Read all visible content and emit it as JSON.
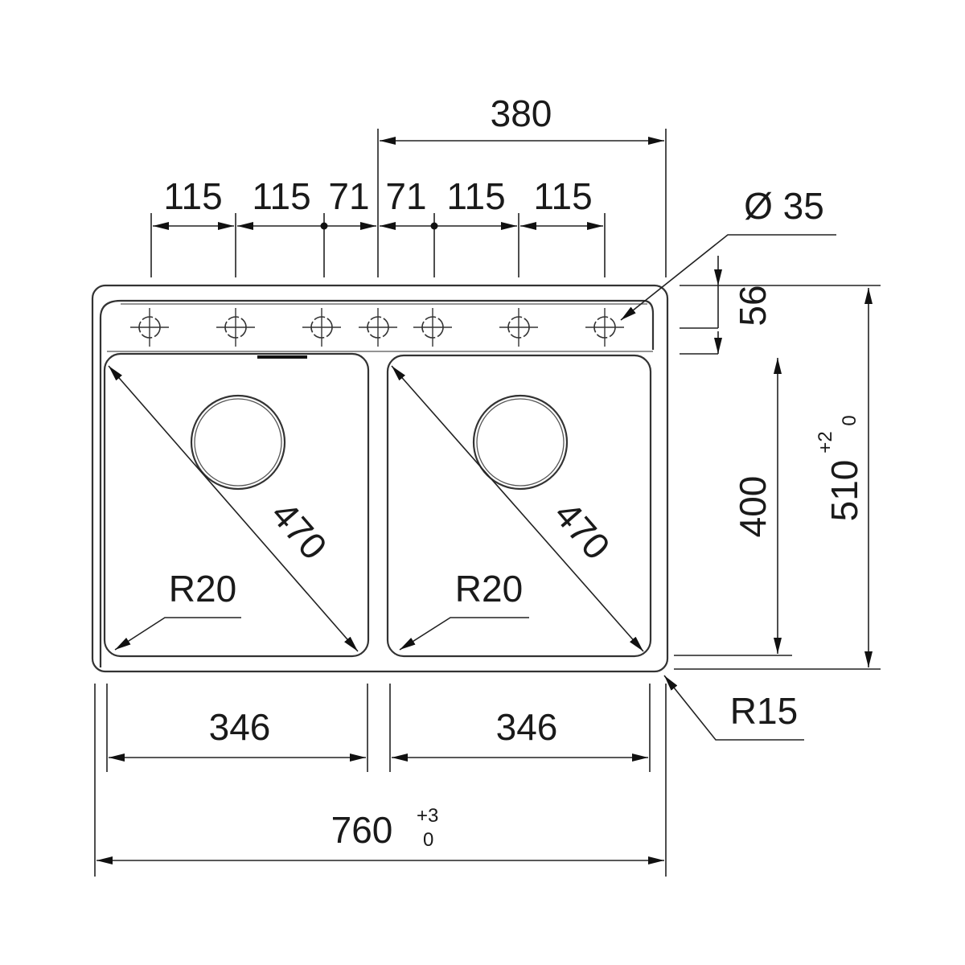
{
  "title": "Double bowl sink dimension drawing",
  "dimensions": {
    "overall_top_right": "380",
    "hole_spacing": [
      "115",
      "115",
      "71",
      "71",
      "115",
      "115"
    ],
    "tap_hole_diameter": "Ø 35",
    "deck_depth": "56",
    "bowl_depth": "400",
    "overall_depth": "510",
    "overall_depth_tol_upper": "+2",
    "overall_depth_tol_lower": "0",
    "corner_radius_outer": "R15",
    "bowl_diagonal_left": "470",
    "bowl_diagonal_right": "470",
    "bowl_radius_left": "R20",
    "bowl_radius_right": "R20",
    "bowl_width_left": "346",
    "bowl_width_right": "346",
    "overall_width": "760",
    "overall_width_tol_upper": "+3",
    "overall_width_tol_lower": "0"
  }
}
